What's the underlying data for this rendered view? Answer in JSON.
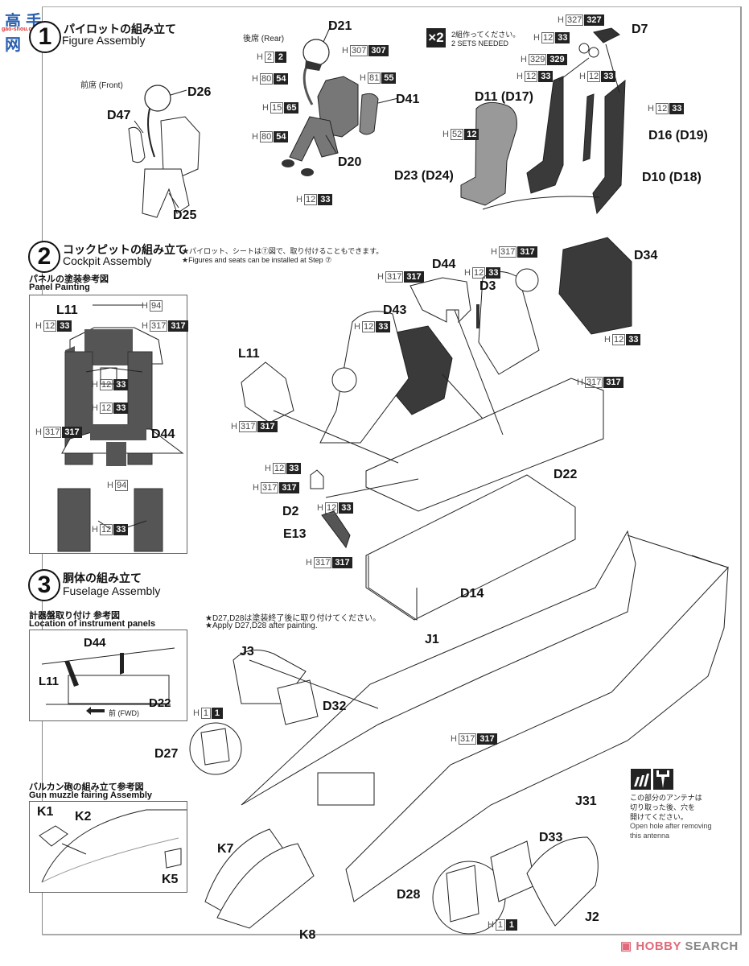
{
  "watermark_top": {
    "text": "高手网",
    "sub": "gao-shou.com"
  },
  "watermark_bottom": {
    "brand_red": "HOBBY",
    "brand_gray": "SEARCH"
  },
  "step1": {
    "number": "1",
    "title_jp": "パイロットの組み立て",
    "title_en": "Figure Assembly",
    "front_label": "前席 (Front)",
    "rear_label": "後席 (Rear)",
    "sets_badge": "×2",
    "sets_jp": "2組作ってください。",
    "sets_en": "2 SETS NEEDED",
    "parts": {
      "d26": "D26",
      "d47": "D47",
      "d25": "D25",
      "d21": "D21",
      "d41": "D41",
      "d20": "D20",
      "d7": "D7",
      "d11": "D11 (D17)",
      "d16": "D16 (D19)",
      "d10": "D10 (D18)",
      "d23": "D23 (D24)"
    },
    "colors": [
      {
        "id": "rear_helmet",
        "h": "307",
        "c": "307"
      },
      {
        "id": "rear_visor",
        "h": "2",
        "c": "2"
      },
      {
        "id": "rear_mask",
        "h": "80",
        "c": "54"
      },
      {
        "id": "rear_vest",
        "h": "81",
        "c": "55"
      },
      {
        "id": "rear_gloves",
        "h": "15",
        "c": "65"
      },
      {
        "id": "rear_suit",
        "h": "80",
        "c": "54"
      },
      {
        "id": "rear_boots",
        "h": "12",
        "c": "33"
      },
      {
        "id": "seat_top",
        "h": "327",
        "c": "327"
      },
      {
        "id": "seat_pad",
        "h": "12",
        "c": "33"
      },
      {
        "id": "seat_ring",
        "h": "329",
        "c": "329"
      },
      {
        "id": "seat_left",
        "h": "12",
        "c": "33"
      },
      {
        "id": "seat_mid",
        "h": "12",
        "c": "33"
      },
      {
        "id": "seat_right",
        "h": "12",
        "c": "33"
      },
      {
        "id": "seat_cushion",
        "h": "52",
        "c": "12"
      }
    ]
  },
  "step2": {
    "number": "2",
    "title_jp": "コックピットの組み立て",
    "title_en": "Cockpit Assembly",
    "note_jp": "★パイロット、シートは⑦図で、取り付けることもできます。",
    "note_en": "★Figures and seats can be installed at Step ⑦",
    "panel_jp": "パネルの塗装参考図",
    "panel_en": "Panel Painting",
    "parts": {
      "l11_inset": "L11",
      "d44_inset": "D44",
      "d44": "D44",
      "d3": "D3",
      "d34": "D34",
      "d43": "D43",
      "l11": "L11",
      "d22": "D22",
      "d2": "D2",
      "e13": "E13",
      "d14": "D14"
    },
    "inset_colors": [
      {
        "id": "l11_top",
        "h": "94",
        "c": ""
      },
      {
        "id": "l11_left",
        "h": "12",
        "c": "33"
      },
      {
        "id": "l11_right",
        "h": "317",
        "c": "317"
      },
      {
        "id": "side_upper",
        "h": "12",
        "c": "33"
      },
      {
        "id": "d44_top",
        "h": "12",
        "c": "33"
      },
      {
        "id": "d44_left",
        "h": "317",
        "c": "317"
      },
      {
        "id": "d44_bottom",
        "h": "94",
        "c": ""
      },
      {
        "id": "side_lower",
        "h": "12",
        "c": "33"
      }
    ],
    "colors": [
      {
        "id": "seat_frame",
        "h": "317",
        "c": "317"
      },
      {
        "id": "d44",
        "h": "317",
        "c": "317"
      },
      {
        "id": "d3",
        "h": "12",
        "c": "33"
      },
      {
        "id": "d43",
        "h": "12",
        "c": "33"
      },
      {
        "id": "d34",
        "h": "12",
        "c": "33"
      },
      {
        "id": "d22",
        "h": "317",
        "c": "317"
      },
      {
        "id": "l11",
        "h": "317",
        "c": "317"
      },
      {
        "id": "d2_top",
        "h": "12",
        "c": "33"
      },
      {
        "id": "d2_body",
        "h": "317",
        "c": "317"
      },
      {
        "id": "e13_top",
        "h": "12",
        "c": "33"
      },
      {
        "id": "e13_body",
        "h": "317",
        "c": "317"
      }
    ]
  },
  "step3": {
    "number": "3",
    "title_jp": "胴体の組み立て",
    "title_en": "Fuselage Assembly",
    "loc_jp": "計器盤取り付け 参考図",
    "loc_en": "Location of instrument panels",
    "fwd_label": "前 (FWD)",
    "note_jp": "★D27,D28は塗装終了後に取り付けてください。",
    "note_en": "★Apply D27,D28 after painting.",
    "gun_jp": "バルカン砲の組み立て参考図",
    "gun_en": "Gun muzzle fairing Assembly",
    "antenna_jp": [
      "この部分のアンテナは",
      "切り取った後、穴を",
      "開けてください。"
    ],
    "antenna_en": [
      "Open hole after removing",
      "this antenna"
    ],
    "parts": {
      "d44_inset": "D44",
      "l11_inset": "L11",
      "d22_inset": "D22",
      "j3": "J3",
      "j1": "J1",
      "d32": "D32",
      "d27": "D27",
      "j31": "J31",
      "d33": "D33",
      "d28": "D28",
      "j2": "J2",
      "k7": "K7",
      "k8": "K8",
      "k1": "K1",
      "k2": "K2",
      "k5": "K5"
    },
    "colors": [
      {
        "id": "j3",
        "h": "1",
        "c": "1"
      },
      {
        "id": "cockpit",
        "h": "317",
        "c": "317"
      },
      {
        "id": "j2",
        "h": "1",
        "c": "1"
      }
    ]
  }
}
